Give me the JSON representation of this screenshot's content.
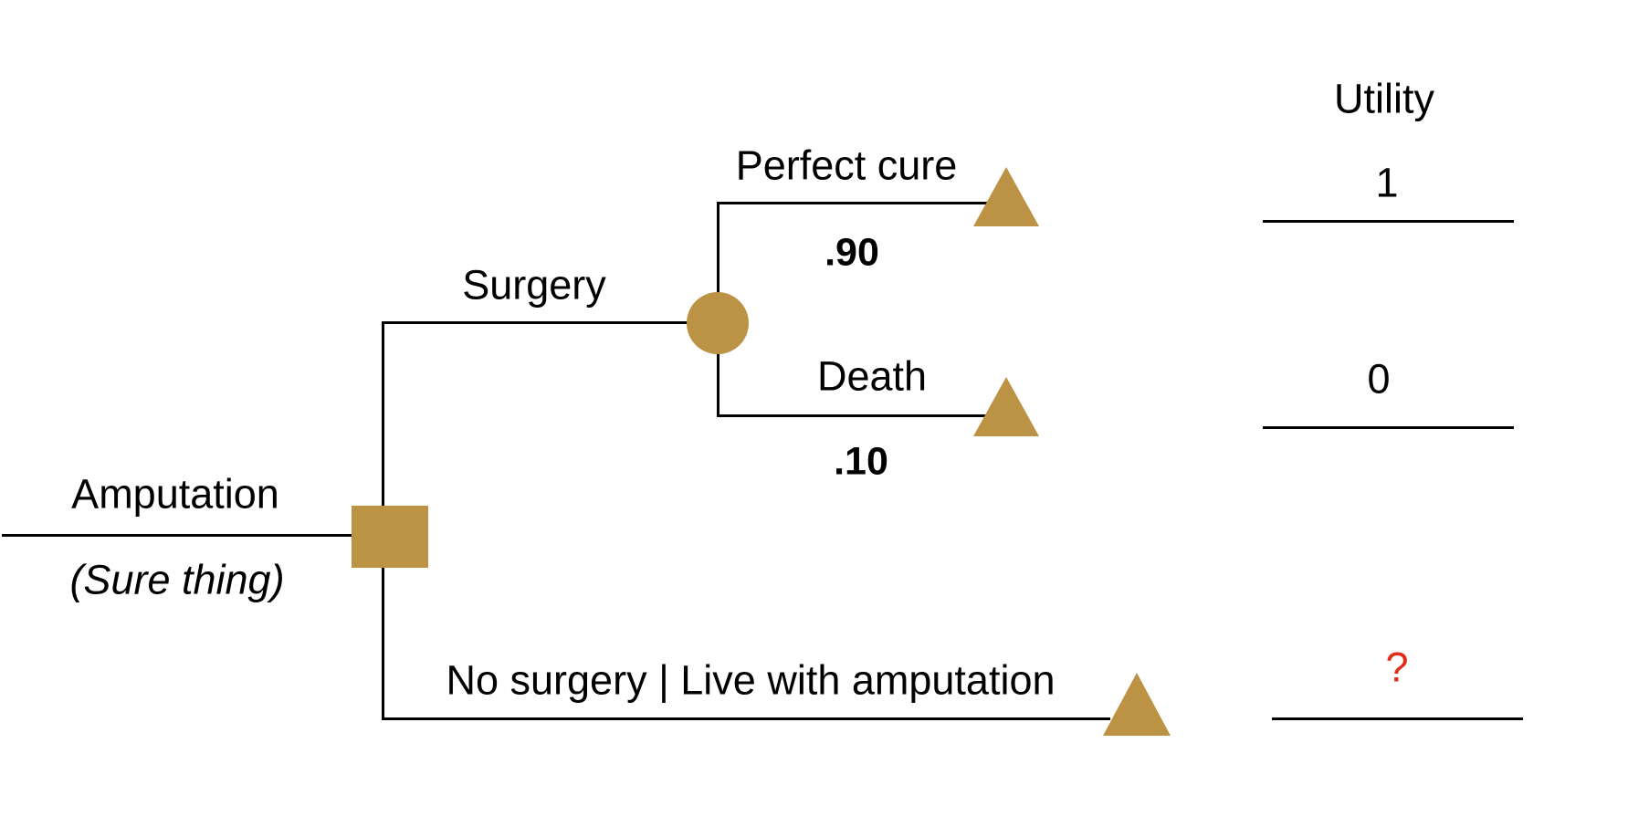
{
  "colors": {
    "node_gold": "#BC9245",
    "line_black": "#000000",
    "unknown_red": "#E42B1A",
    "background": "#FFFFFF"
  },
  "root": {
    "label": "Amputation",
    "qualifier": "(Sure thing)",
    "node_type": "decision-square"
  },
  "decision_branches": {
    "surgery": {
      "label": "Surgery",
      "node_type": "chance-circle",
      "outcomes": [
        {
          "label": "Perfect cure",
          "probability": ".90",
          "utility": "1",
          "node_type": "terminal-triangle"
        },
        {
          "label": "Death",
          "probability": ".10",
          "utility": "0",
          "node_type": "terminal-triangle"
        }
      ]
    },
    "no_surgery": {
      "label": "No surgery | Live with amputation",
      "utility": "?",
      "node_type": "terminal-triangle"
    }
  },
  "utility_column": {
    "header": "Utility"
  }
}
